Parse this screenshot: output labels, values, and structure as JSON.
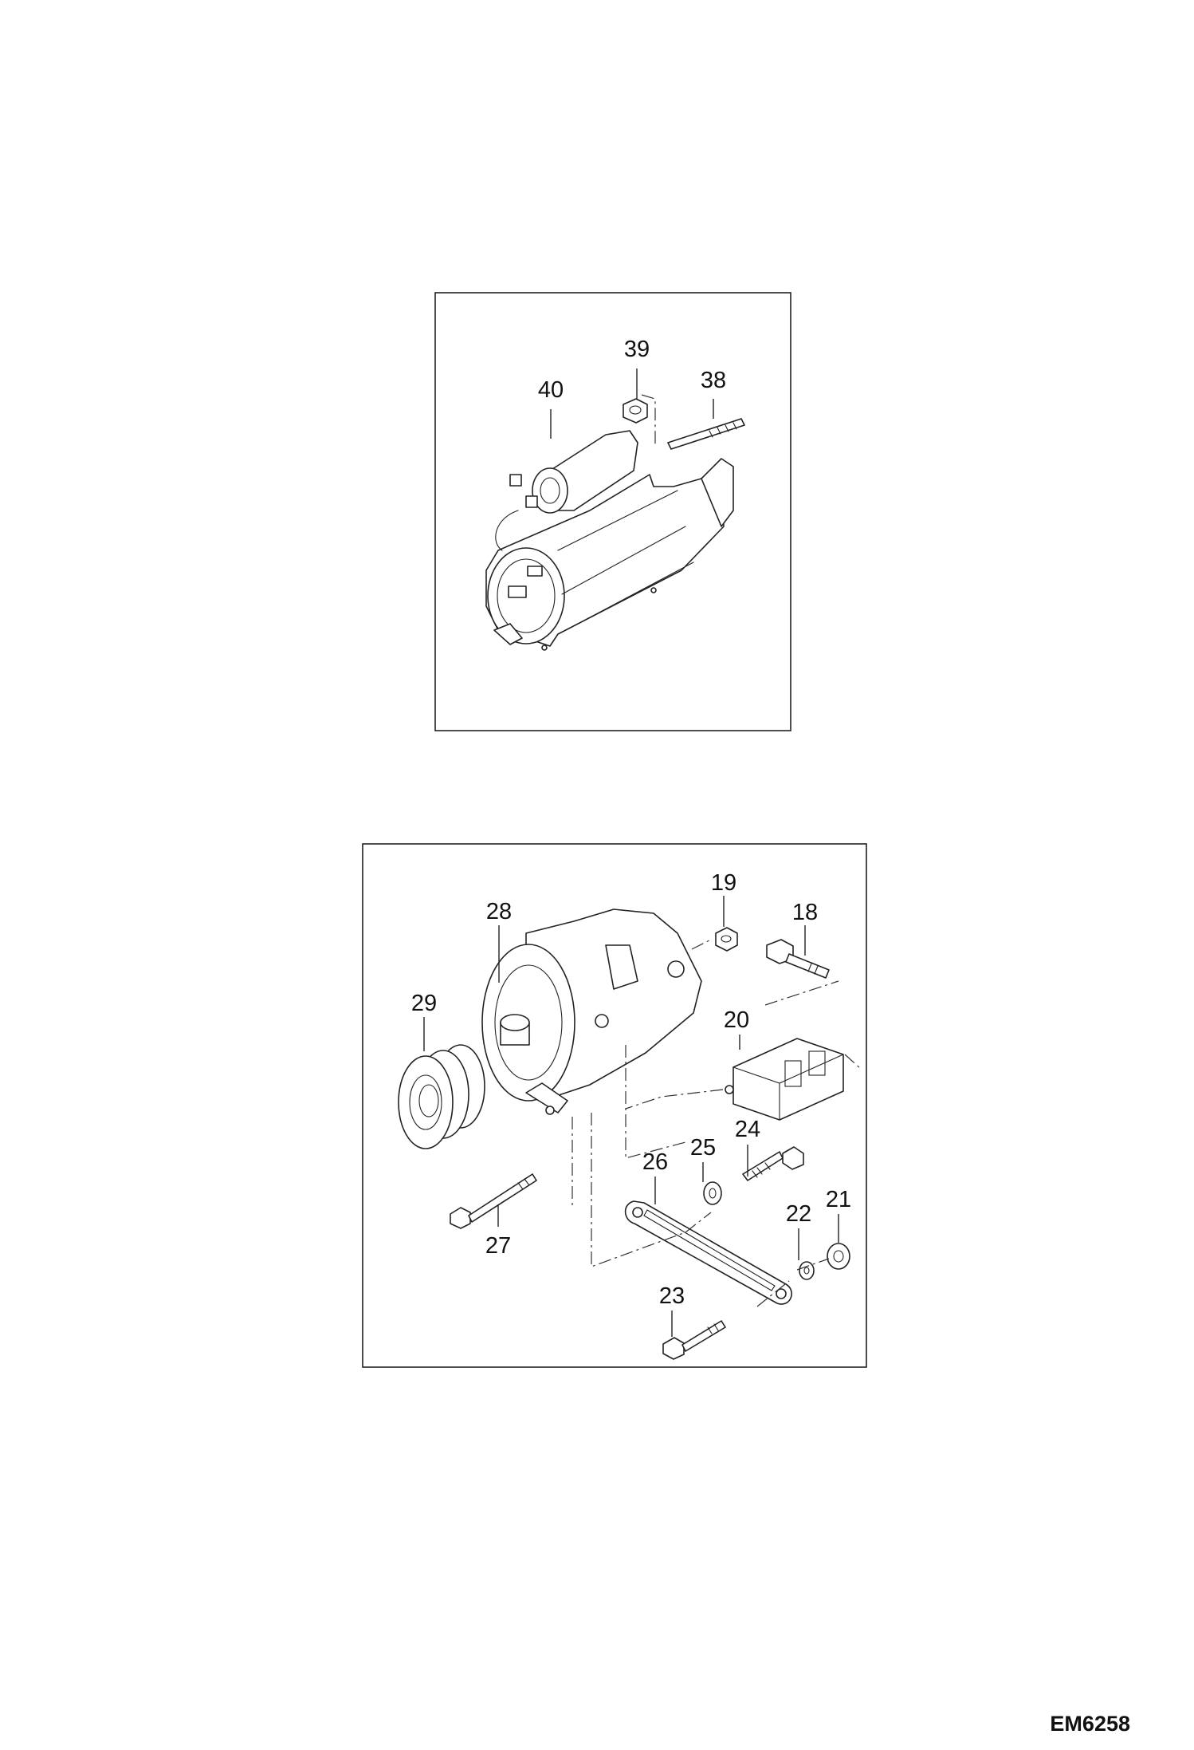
{
  "starter_callouts": [
    "39",
    "40",
    "38"
  ],
  "alternator_callouts": [
    "19",
    "28",
    "18",
    "29",
    "20",
    "25",
    "24",
    "26",
    "21",
    "22",
    "27",
    "23"
  ],
  "figure_code": "EM6258"
}
